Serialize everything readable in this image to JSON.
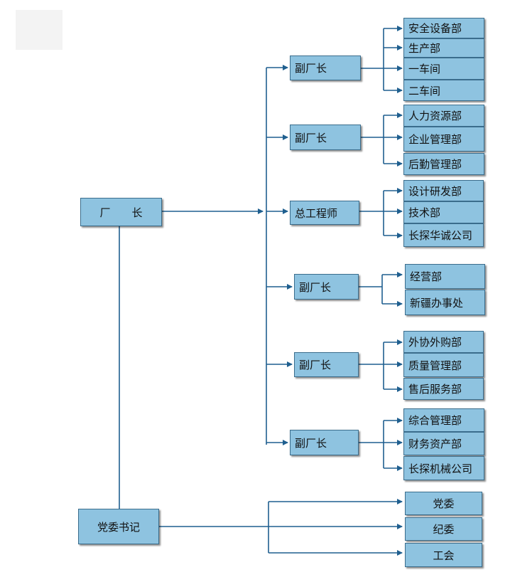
{
  "nodes": {
    "director": "厂　　长",
    "party_secretary": "党委书记",
    "vp1": "副厂长",
    "vp2": "副厂长",
    "chief_engineer": "总工程师",
    "vp4": "副厂长",
    "vp5": "副厂长",
    "vp6": "副厂长"
  },
  "departments": {
    "g1": [
      "安全设备部",
      "生产部",
      "一车间",
      "二车间"
    ],
    "g2": [
      "人力资源部",
      "企业管理部",
      "后勤管理部"
    ],
    "g3": [
      "设计研发部",
      "技术部",
      "长探华诚公司"
    ],
    "g4": [
      "经营部",
      "新疆办事处"
    ],
    "g5": [
      "外协外购部",
      "质量管理部",
      "售后服务部"
    ],
    "g6": [
      "综合管理部",
      "财务资产部",
      "长探机械公司"
    ],
    "party": [
      "党委",
      "纪委",
      "工会"
    ]
  },
  "colors": {
    "box_fill": "#8ec3e0",
    "box_border": "#3b6d8c",
    "line": "#1f5f8f"
  }
}
